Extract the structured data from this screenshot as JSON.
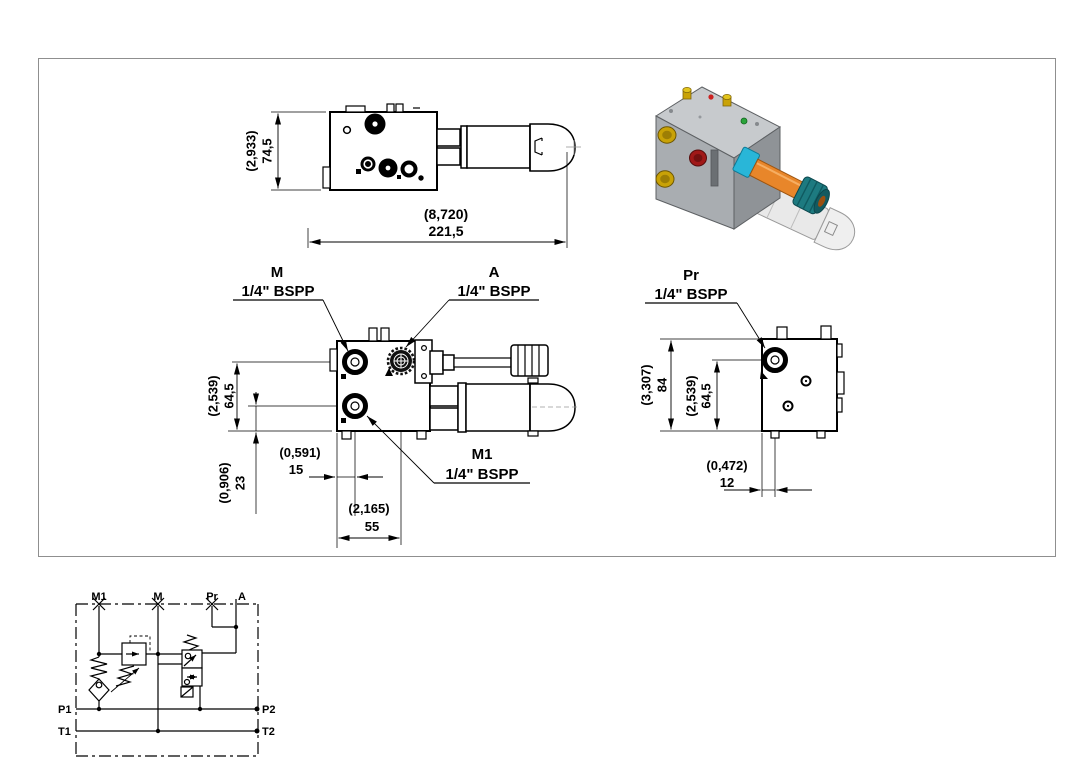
{
  "top_view": {
    "dim_height_in": "(2,933)",
    "dim_height_mm": "74,5",
    "dim_length_in": "(8,720)",
    "dim_length_mm": "221,5"
  },
  "front_view": {
    "port_m_label": "M",
    "port_m_thread": "1/4\" BSPP",
    "port_a_label": "A",
    "port_a_thread": "1/4\" BSPP",
    "port_m1_label": "M1",
    "port_m1_thread": "1/4\" BSPP",
    "dim_h1_in": "(2,539)",
    "dim_h1_mm": "64,5",
    "dim_h2_in": "(0,906)",
    "dim_h2_mm": "23",
    "dim_w1_in": "(0,591)",
    "dim_w1_mm": "15",
    "dim_w2_in": "(2,165)",
    "dim_w2_mm": "55"
  },
  "side_view": {
    "port_pr_label": "Pr",
    "port_pr_thread": "1/4\" BSPP",
    "dim_h1_in": "(3,307)",
    "dim_h1_mm": "84",
    "dim_h2_in": "(2,539)",
    "dim_h2_mm": "64,5",
    "dim_w1_in": "(0,472)",
    "dim_w1_mm": "12"
  },
  "schematic": {
    "port_m1": "M1",
    "port_m": "M",
    "port_pr": "Pr",
    "port_a": "A",
    "port_p1": "P1",
    "port_p2": "P2",
    "port_t1": "T1",
    "port_t2": "T2"
  },
  "colors": {
    "line": "#000000",
    "panel_border": "#8f8f8f",
    "body_gray": "#a9adb1",
    "adjuster_orange": "#e8862a",
    "collar_cyan": "#29b6d8",
    "knob_teal": "#1d7a80",
    "plug_gold": "#c9a206",
    "relief_red": "#a01818",
    "solenoid_white": "#e9e9e9"
  }
}
